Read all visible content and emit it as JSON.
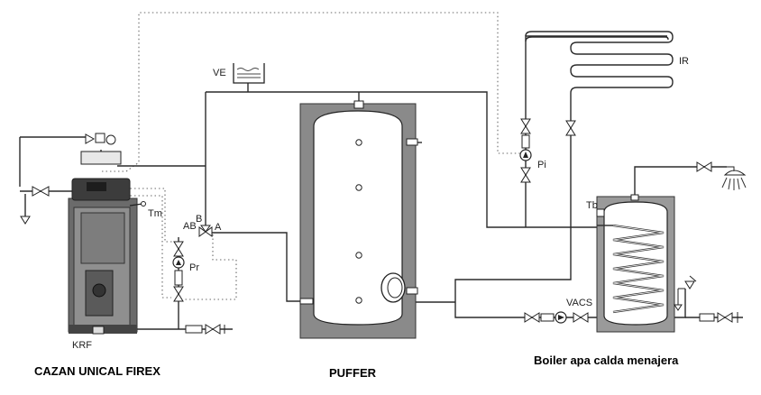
{
  "captions": {
    "boiler": "CAZAN UNICAL FIREX",
    "puffer": "PUFFER",
    "dhw_tank": "Boiler apa calda menajera"
  },
  "labels": {
    "expansion_vessel": "VE",
    "thermometer": "Tm",
    "port_ab": "AB",
    "port_b": "B",
    "port_a": "A",
    "recirc_pump": "Pr",
    "install_pump": "Pi",
    "radiant": "IR",
    "tank_probe": "Tb",
    "dhw_pump": "VACS",
    "fill_group": "KRF"
  }
}
